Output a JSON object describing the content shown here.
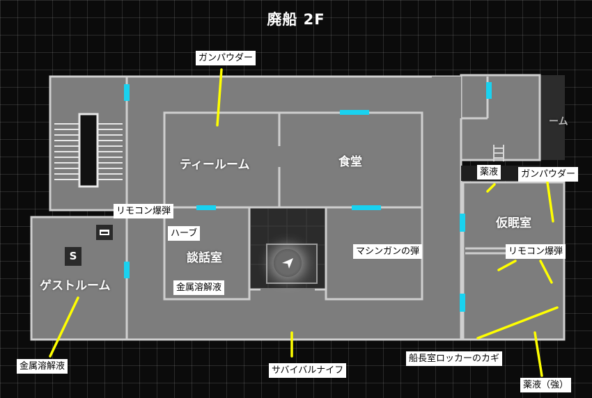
{
  "map": {
    "title": "廃船 2F",
    "colors": {
      "room": "#7d7d7d",
      "wall": "#cfcfcf",
      "door": "#19d2f0",
      "marker": "#ffff00"
    },
    "icons": {
      "save": "save-point-icon",
      "item_box": "item-box-icon",
      "player": "player-position-icon"
    },
    "save_letter": "S",
    "rooms": {
      "tea_room": "ティールーム",
      "dining": "食堂",
      "lounge": "談話室",
      "guest_room": "ゲストルーム",
      "nap_room": "仮眠室",
      "partial_room": "ーム"
    },
    "items": {
      "gunpowder_top": "ガンパウダー",
      "remote_bomb_left": "リモコン爆弾",
      "herb": "ハーブ",
      "metal_solvent_lounge": "金属溶解液",
      "machinegun_ammo": "マシンガンの弾",
      "medicine": "薬液",
      "gunpowder_right": "ガンパウダー",
      "remote_bomb_right": "リモコン爆弾",
      "metal_solvent_guest": "金属溶解液",
      "survival_knife": "サバイバルナイフ",
      "captain_locker_key": "船長室ロッカーのカギ",
      "medicine_strong": "薬液（強）"
    }
  }
}
